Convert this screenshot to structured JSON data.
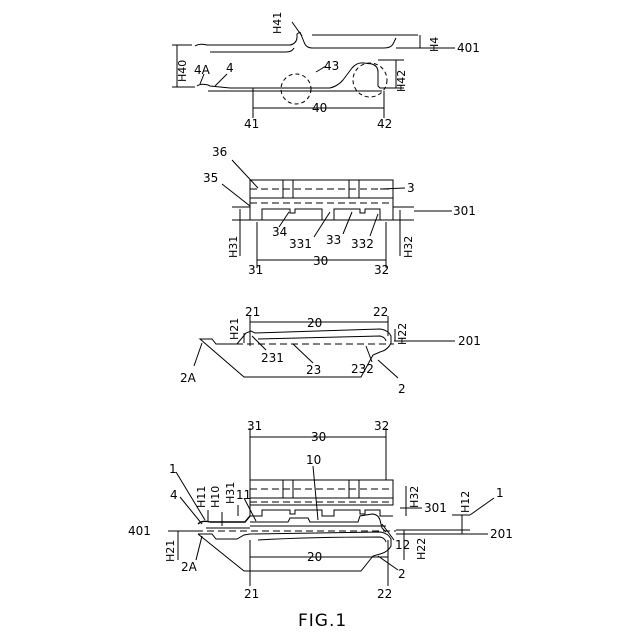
{
  "figure": {
    "caption": "FIG.1",
    "view_4": {
      "labels": {
        "h41": "H41",
        "h4": "H4",
        "r401": "401",
        "h40": "H40",
        "a4": "4A",
        "n4": "4",
        "n43": "43",
        "h42": "H42",
        "n40": "40",
        "n41": "41",
        "n42": "42"
      }
    },
    "view_3": {
      "labels": {
        "n36": "36",
        "n35": "35",
        "n3": "3",
        "r301": "301",
        "n34": "34",
        "h31": "H31",
        "n331": "331",
        "n33": "33",
        "n332": "332",
        "h32": "H32",
        "n31": "31",
        "n30": "30",
        "n32": "32"
      }
    },
    "view_2": {
      "labels": {
        "n21": "21",
        "n20": "20",
        "n22": "22",
        "h21": "H21",
        "h22": "H22",
        "r201": "201",
        "n231": "231",
        "n23": "23",
        "n232": "232",
        "a2": "2A",
        "n2": "2"
      }
    },
    "view_1": {
      "labels": {
        "n31": "31",
        "n30": "30",
        "n32": "32",
        "n10": "10",
        "n1l": "1",
        "h11": "H11",
        "h10": "H10",
        "h31": "H31",
        "n4": "4",
        "n11": "11",
        "h32": "H32",
        "r301": "301",
        "h12": "H12",
        "n1r": "1",
        "r401": "401",
        "r201": "201",
        "n12": "12",
        "h21": "H21",
        "a2": "2A",
        "h22": "H22",
        "n2": "2",
        "n20": "20",
        "n21": "21",
        "n22": "22"
      }
    }
  }
}
